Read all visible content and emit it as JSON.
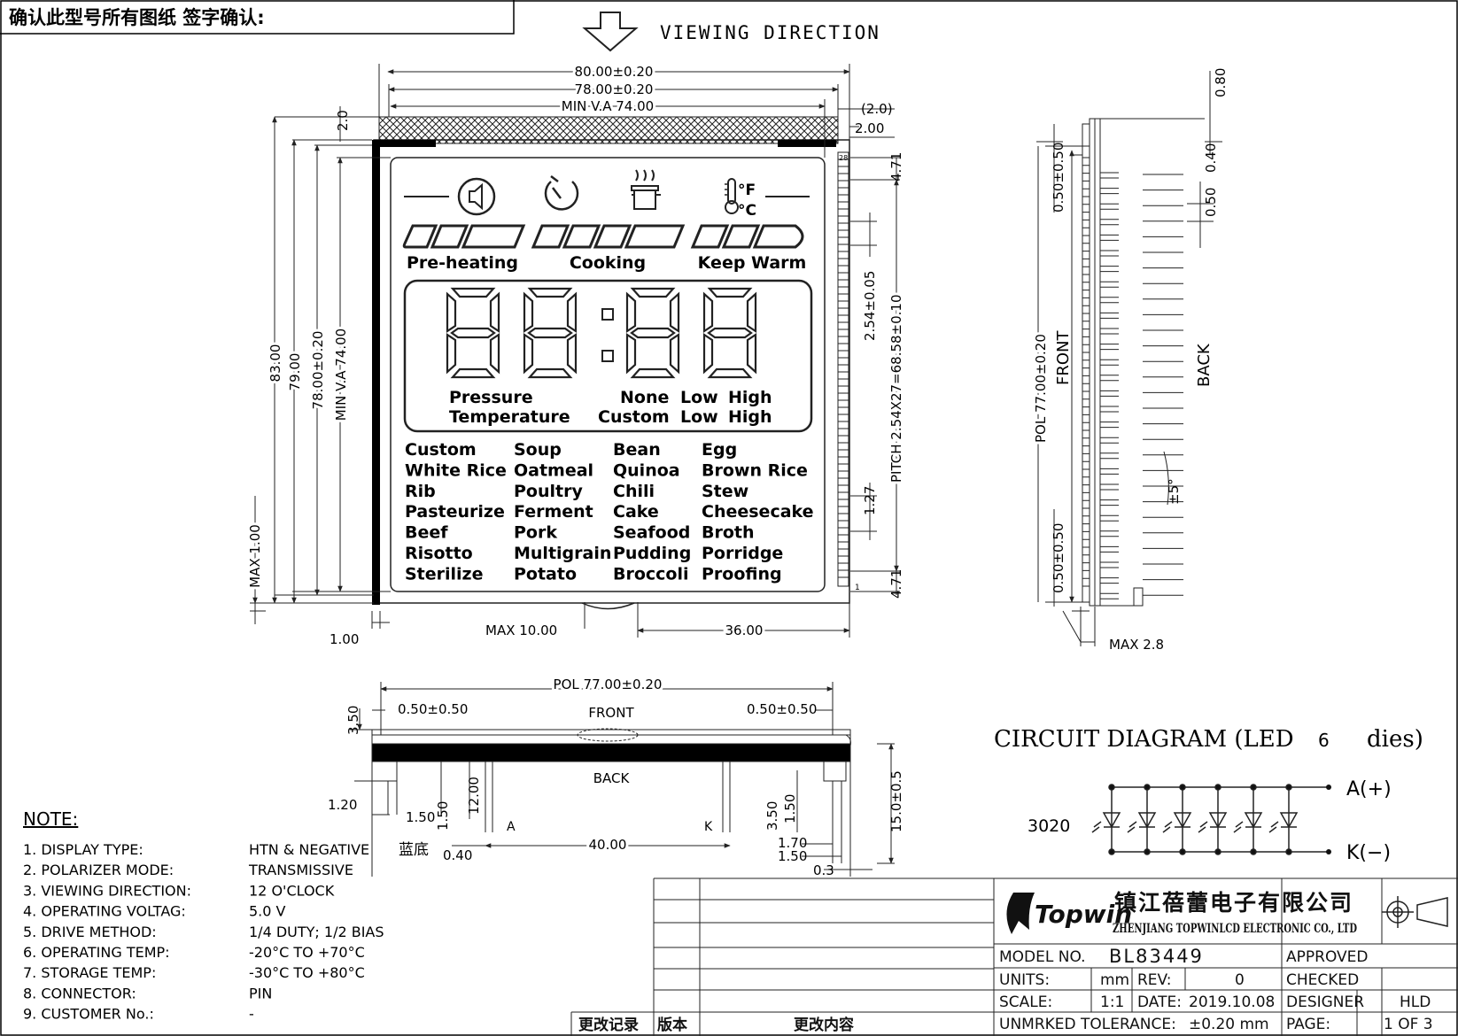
{
  "header": {
    "confirm_text": "确认此型号所有图纸 签字确认:",
    "viewing_direction": "VIEWING DIRECTION"
  },
  "front_view": {
    "icons": [
      "speaker-circle-icon",
      "timer-icon",
      "steaming-pot-icon",
      "thermometer-icon"
    ],
    "temp_units": [
      "°F",
      "°C"
    ],
    "stage_labels": [
      "Pre-heating",
      "Cooking",
      "Keep Warm"
    ],
    "digit_area_labels": {
      "pressure": "Pressure",
      "temperature": "Temperature",
      "none": "None",
      "custom": "Custom",
      "low_1": "Low",
      "high_1": "High",
      "low_2": "Low",
      "high_2": "High"
    },
    "menu_columns": [
      [
        "Custom",
        "White Rice",
        "Rib",
        "Pasteurize",
        "Beef",
        "Risotto",
        "Sterilize"
      ],
      [
        "Soup",
        "Oatmeal",
        "Poultry",
        "Ferment",
        "Pork",
        "Multigrain",
        "Potato"
      ],
      [
        "Bean",
        "Quinoa",
        "Chili",
        "Cake",
        "Seafood",
        "Pudding",
        "Broccoli"
      ],
      [
        "Egg",
        "Brown Rice",
        "Stew",
        "Cheesecake",
        "Broth",
        "Porridge",
        "Proofing"
      ]
    ]
  },
  "dimensions": {
    "width_total": "80.00±0.20",
    "width_inner": "78.00±0.20",
    "min_va_h": "MIN V.A 74.00",
    "right_20": "(2.0)",
    "right_200": "2.00",
    "top_20": "2.0",
    "h_83": "83.00",
    "h_79": "79.00",
    "h_78": "78.00±0.20",
    "min_va_v": "MIN V.A 74.00",
    "max_100": "MAX 1.00",
    "left_100": "1.00",
    "max_1000": "MAX 10.00",
    "w_36": "36.00",
    "r_471_top": "4.71",
    "r_254": "2.54±0.05",
    "r_pitch": "PITCH 2.54X27=68.58±0.10",
    "r_127": "1.27",
    "r_471_bot": "4.71",
    "pin_28": "28",
    "pin_1": "1"
  },
  "side_view": {
    "d_080": "0.80",
    "d_040": "0.40",
    "d_050": "0.50",
    "d_050_top": "0.50±0.50",
    "d_pol": "POL 77.00±0.20",
    "d_050_bot": "0.50±0.50",
    "front": "FRONT",
    "back": "BACK",
    "angle": "±5°",
    "max_28": "MAX 2.8"
  },
  "bottom_view": {
    "pol": "POL 77.00±0.20",
    "d_left": "0.50±0.50",
    "d_right": "0.50±0.50",
    "front": "FRONT",
    "back": "BACK",
    "d_350_l": "3.50",
    "d_120": "1.20",
    "d_150": "1.50",
    "d_150_v": "1.50",
    "d_1200": "12.00",
    "a": "A",
    "k": "K",
    "d_040": "0.40",
    "d_4000": "40.00",
    "d_350_r": "3.50",
    "d_150_r": "1.50",
    "d_170": "1.70",
    "d_150_b": "1.50",
    "d_03": "0.3",
    "d_15": "15.0±0.5"
  },
  "circuit": {
    "title": "CIRCUIT DIAGRAM (LED",
    "count": "6",
    "dies": "dies)",
    "anode": "A(+)",
    "cathode": "K(−)",
    "led_type": "3020"
  },
  "notes": {
    "title": "NOTE:",
    "items": [
      {
        "label": "1. DISPLAY TYPE:",
        "value": "HTN & NEGATIVE",
        "value_cn": "蓝底"
      },
      {
        "label": "2. POLARIZER MODE:",
        "value": "TRANSMISSIVE"
      },
      {
        "label": "3. VIEWING DIRECTION:",
        "value": "12 O'CLOCK"
      },
      {
        "label": "4. OPERATING VOLTAG:",
        "value": "5.0 V"
      },
      {
        "label": "5. DRIVE METHOD:",
        "value": "1/4 DUTY; 1/2 BIAS"
      },
      {
        "label": "6. OPERATING TEMP:",
        "value": "-20°C TO +70°C"
      },
      {
        "label": "7. STORAGE TEMP:",
        "value": "-30°C TO +80°C"
      },
      {
        "label": "8. CONNECTOR:",
        "value": "PIN"
      },
      {
        "label": "9. CUSTOMER No.:",
        "value": "-"
      }
    ]
  },
  "title_block": {
    "logo": "Topwin",
    "company_cn": "镇江蓓蕾电子有限公司",
    "company_en": "ZHENJIANG TOPWINLCD ELECTRONIC CO., LTD",
    "model_label": "MODEL NO.",
    "model": "BL83449",
    "units_label": "UNITS:",
    "units": "mm",
    "rev_label": "REV:",
    "rev": "0",
    "scale_label": "SCALE:",
    "scale": "1:1",
    "date_label": "DATE:",
    "date": "2019.10.08",
    "tolerance_label": "UNMRKED TOLERANCE:",
    "tolerance": "±0.20 mm",
    "approved": "APPROVED",
    "checked": "CHECKED",
    "designer_label": "DESIGNER",
    "designer": "HLD",
    "page_label": "PAGE:",
    "page": "1 OF 3",
    "rev_record": "更改记录",
    "version": "版本",
    "change_content": "更改内容"
  }
}
